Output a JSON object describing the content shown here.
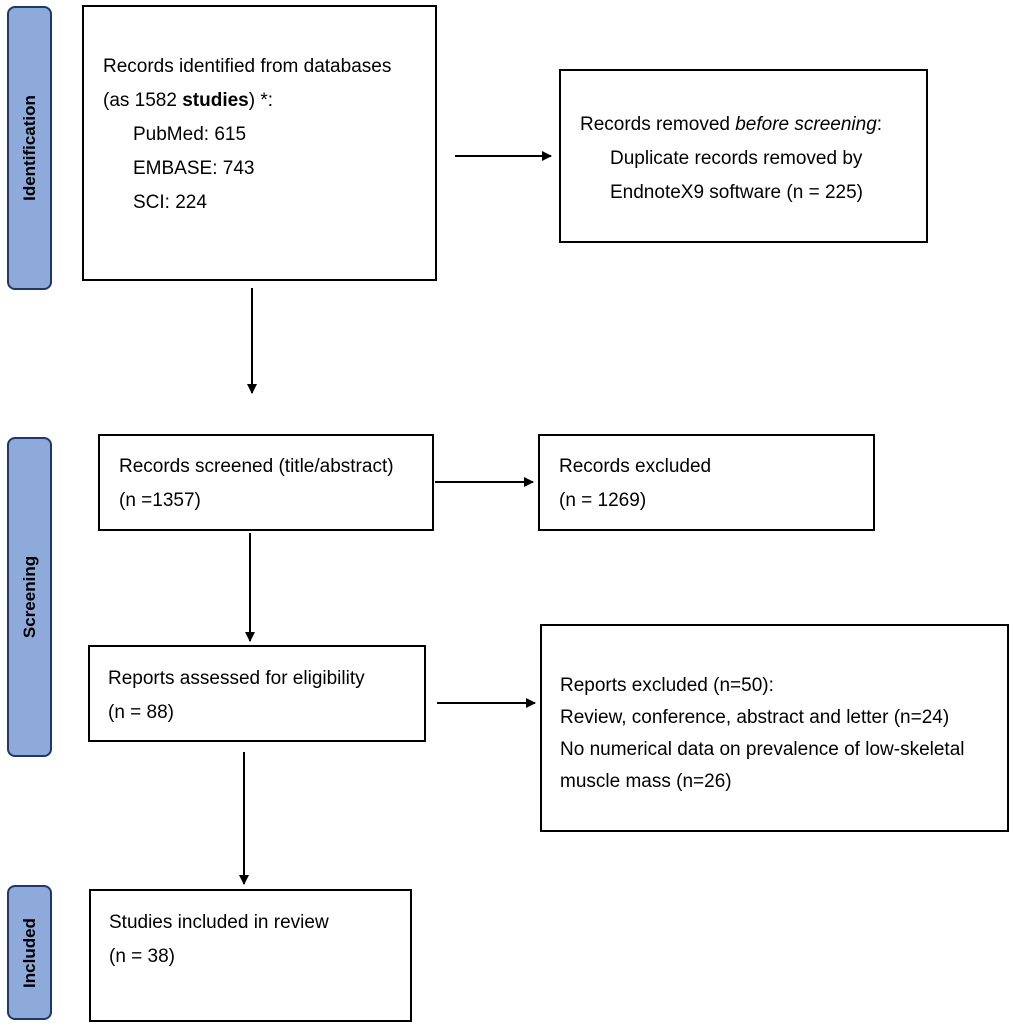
{
  "phases": {
    "identification": "Identification",
    "screening": "Screening",
    "included": "Included"
  },
  "boxes": {
    "identified": {
      "line1": "Records identified from databases",
      "line2_prefix": "(as 1582 ",
      "line2_bold": "studies",
      "line2_suffix": ") *:",
      "sources": [
        "PubMed: 615",
        "EMBASE: 743",
        "SCI: 224"
      ]
    },
    "removed": {
      "line1_prefix": "Records removed ",
      "line1_italic": "before screening",
      "line1_suffix": ":",
      "line2": "Duplicate records removed by",
      "line3": "EndnoteX9 software (n = 225)"
    },
    "screened": {
      "line1": "Records screened (title/abstract)",
      "line2": "(n =1357)"
    },
    "excluded": {
      "line1": "Records excluded",
      "line2": "(n = 1269)"
    },
    "assessed": {
      "line1": "Reports assessed for eligibility",
      "line2": "(n = 88)"
    },
    "reports_excluded": {
      "line1": "Reports excluded (n=50):",
      "line2": "Review, conference, abstract and letter (n=24)",
      "line3": "No numerical data on prevalence of low-skeletal",
      "line4": "muscle mass (n=26)"
    },
    "included": {
      "line1": "Studies included in review",
      "line2": "(n = 38)"
    }
  }
}
